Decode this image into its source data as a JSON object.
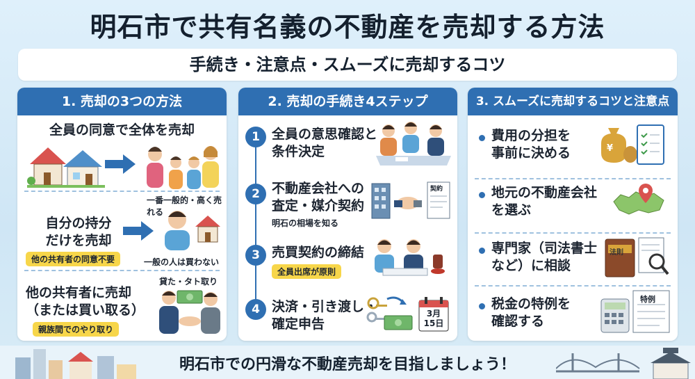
{
  "title": "明石市で共有名義の不動産を売却する方法",
  "subtitle": "手続き・注意点・スムーズに売却するコツ",
  "panel1": {
    "heading": "1. 売却の3つの方法",
    "method1": {
      "title": "全員の同意で全体を売却",
      "caption": "一番一般的・高く売れる"
    },
    "method2": {
      "title_line1": "自分の持分",
      "title_line2": "だけを売却",
      "tag": "他の共有者の同意不要",
      "caption": "一般の人は買わない"
    },
    "method3": {
      "title_line1": "他の共有者に売却",
      "title_line2": "（または買い取る）",
      "tag": "親族間でのやり取り",
      "caption": "貸た・タト取り"
    }
  },
  "panel2": {
    "heading": "2. 売却の手続き4ステップ",
    "steps": [
      {
        "num": "1",
        "line1": "全員の意思確認と",
        "line2": "条件決定"
      },
      {
        "num": "2",
        "line1": "不動産会社への",
        "line2": "査定・媒介契約",
        "note": "明石の相場を知る",
        "doc_label": "契約"
      },
      {
        "num": "3",
        "line1": "売買契約の締結",
        "tag": "全員出席が原則"
      },
      {
        "num": "4",
        "line1": "決済・引き渡し・",
        "line2": "確定申告",
        "calendar": "3月\n15日",
        "cal_month": "3月",
        "cal_day": "15日"
      }
    ]
  },
  "panel3": {
    "heading": "3. スムーズに売却するコツと注意点",
    "tips": [
      {
        "line1": "費用の分担を",
        "line2": "事前に決める",
        "icon_text": "¥"
      },
      {
        "line1": "地元の不動産会社",
        "line2": "を選ぶ"
      },
      {
        "line1": "専門家（司法書士",
        "line2": "など）に相談",
        "book_label": "法則"
      },
      {
        "line1": "税金の特例を",
        "line2": "確認する",
        "doc_label": "特例"
      }
    ]
  },
  "footer": "明石市での円滑な不動産売却を目指しましょう！",
  "colors": {
    "accent": "#2f6fb2",
    "tag": "#f7d64a",
    "background": "#cfe6f5"
  }
}
